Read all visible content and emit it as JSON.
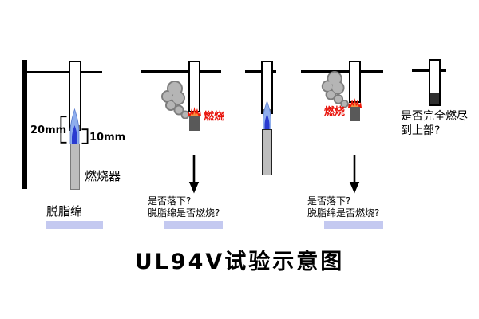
{
  "title": "UL94V试验示意图",
  "colors": {
    "flame_outer": "#8FAEED",
    "flame_outer_edge": "#5E7FD0",
    "flame_inner": "#2A3BD0",
    "fire_red": "#EE1505",
    "fire_orange": "#F59140",
    "burning_text": "#E81109",
    "smoke_fill": "#B5B5B5",
    "smoke_outline": "#7D7D7D",
    "char_dark": "#595959",
    "burner_gray": "#BDBDBD",
    "cotton_pad": "#C4C9F0"
  },
  "panels": [
    {
      "id": "step1-apply-flame",
      "dim_flame": "20mm",
      "dim_gap": "10mm",
      "burner_label": "燃烧器",
      "cotton_label": "脱脂绵"
    },
    {
      "id": "step2-first-burn",
      "burning_label": "燃烧",
      "question_line1": "是否落下?",
      "question_line2": "脱脂绵是否燃烧?"
    },
    {
      "id": "step3-reapply-flame"
    },
    {
      "id": "step4-second-burn",
      "burning_label": "燃烧",
      "question_line1": "是否落下?",
      "question_line2": "脱脂绵是否燃烧?"
    },
    {
      "id": "step5-burnout-check",
      "question_line1": "是否完全燃尽",
      "question_line2": "到上部?"
    }
  ]
}
